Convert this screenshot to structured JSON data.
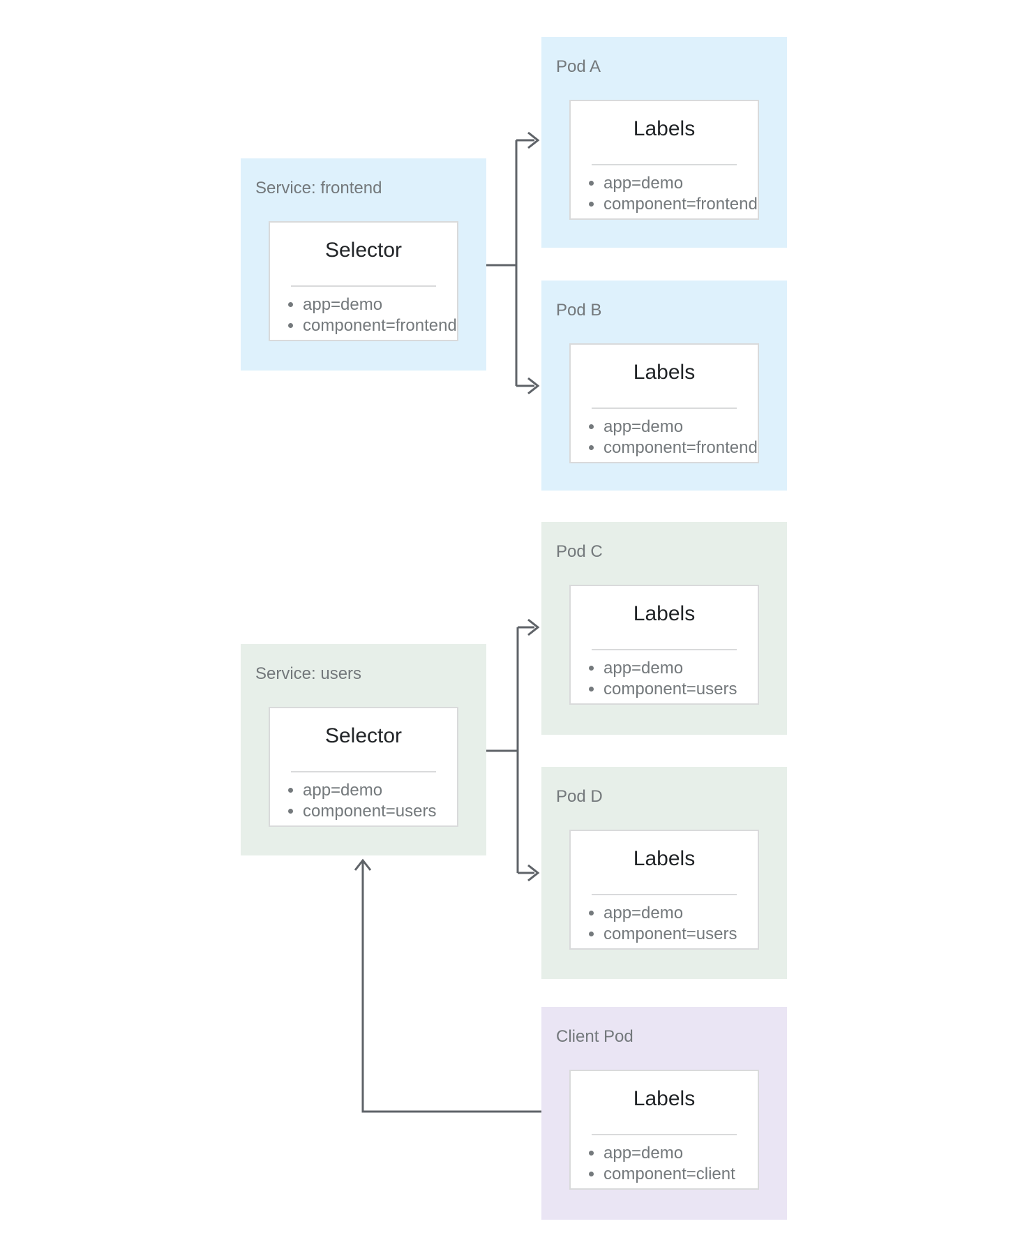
{
  "services": [
    {
      "title": "Service: frontend",
      "card": {
        "heading": "Selector",
        "items": [
          "app=demo",
          "component=frontend"
        ]
      }
    },
    {
      "title": "Service: users",
      "card": {
        "heading": "Selector",
        "items": [
          "app=demo",
          "component=users"
        ]
      }
    }
  ],
  "pods": [
    {
      "title": "Pod A",
      "card": {
        "heading": "Labels",
        "items": [
          "app=demo",
          "component=frontend"
        ]
      }
    },
    {
      "title": "Pod B",
      "card": {
        "heading": "Labels",
        "items": [
          "app=demo",
          "component=frontend"
        ]
      }
    },
    {
      "title": "Pod C",
      "card": {
        "heading": "Labels",
        "items": [
          "app=demo",
          "component=users"
        ]
      }
    },
    {
      "title": "Pod D",
      "card": {
        "heading": "Labels",
        "items": [
          "app=demo",
          "component=users"
        ]
      }
    },
    {
      "title": "Client Pod",
      "card": {
        "heading": "Labels",
        "items": [
          "app=demo",
          "component=client"
        ]
      }
    }
  ],
  "colors": {
    "service_frontend_bg": "#def1fc",
    "service_users_bg": "#e7efe9",
    "pod_frontend_bg": "#def1fc",
    "pod_users_bg": "#e7efe9",
    "client_pod_bg": "#eae5f4",
    "card_bg": "#ffffff",
    "card_border": "#d9dadb",
    "title_text": "#73787b",
    "heading_text": "#212427",
    "item_text": "#74797c",
    "connector": "#5f6368"
  }
}
